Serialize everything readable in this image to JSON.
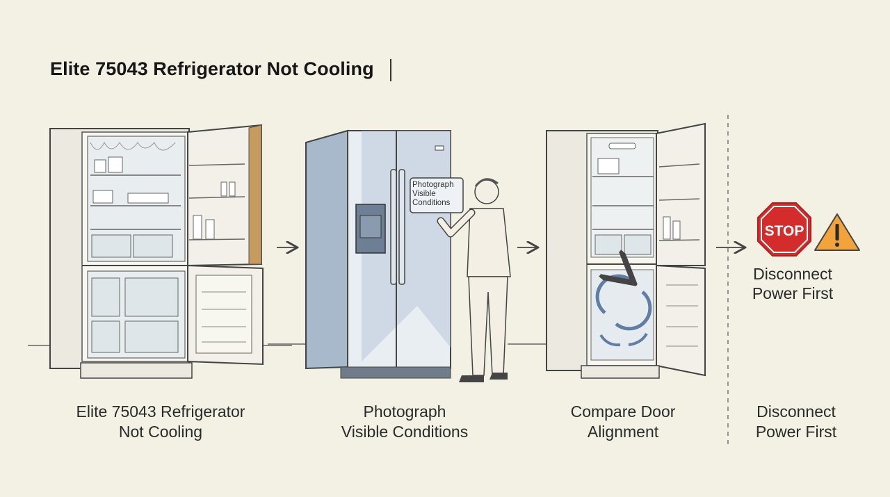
{
  "title": "Elite 75043 Refrigerator Not Cooling",
  "steps": [
    {
      "caption": "Elite 75043 Refrigerator\nNot Cooling",
      "icon": "open-fridge-freezer-icon"
    },
    {
      "caption": "Photograph\nVisible Conditions",
      "icon": "side-by-side-fridge-person-icon",
      "callout": "Photograph\nVisible\nConditions"
    },
    {
      "caption": "Compare Door\nAlignment",
      "icon": "open-fridge-airflow-icon"
    },
    {
      "caption": "Disconnect\nPower First",
      "icon": "stop-sign-icon"
    }
  ],
  "warning": {
    "stop_label": "STOP",
    "text": "Disconnect\nPower First",
    "colors": {
      "stop": "#d42b2b",
      "caution": "#f2a33a"
    }
  }
}
